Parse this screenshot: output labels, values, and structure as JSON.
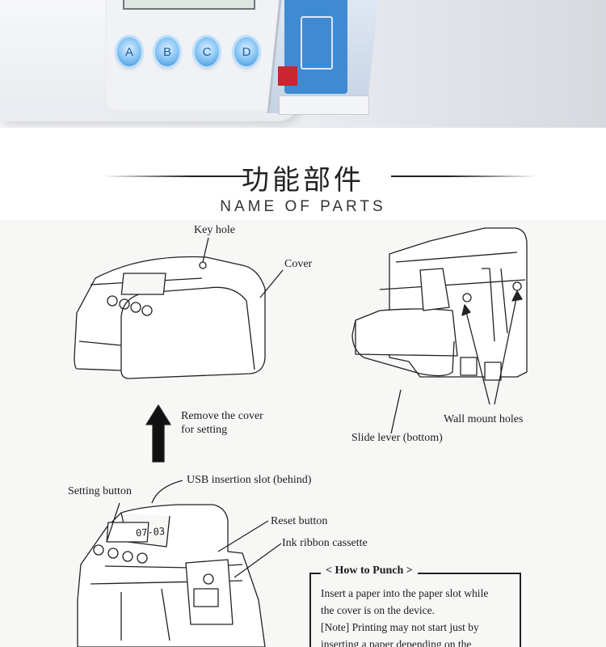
{
  "top_photo": {
    "keys": [
      "A",
      "B",
      "C",
      "D"
    ]
  },
  "header": {
    "title_zh": "功能部件",
    "title_en": "NAME OF PARTS"
  },
  "diagram": {
    "labels": {
      "key_hole": "Key hole",
      "cover": "Cover",
      "remove_cover_line1": "Remove the cover",
      "remove_cover_line2": "for setting",
      "wall_mount_holes": "Wall mount holes",
      "slide_lever": "Slide lever (bottom)",
      "usb_slot": "USB insertion slot (behind)",
      "setting_button": "Setting button",
      "reset_button": "Reset button",
      "ink_ribbon": "Ink ribbon cassette",
      "lcd_reading": "07-03"
    },
    "how_to_punch": {
      "title": "< How to Punch >",
      "lines": [
        "Insert a paper into the paper slot while",
        "the cover is on the device.",
        "[Note] Printing may not start just by",
        "inserting a paper depending on the"
      ]
    }
  }
}
